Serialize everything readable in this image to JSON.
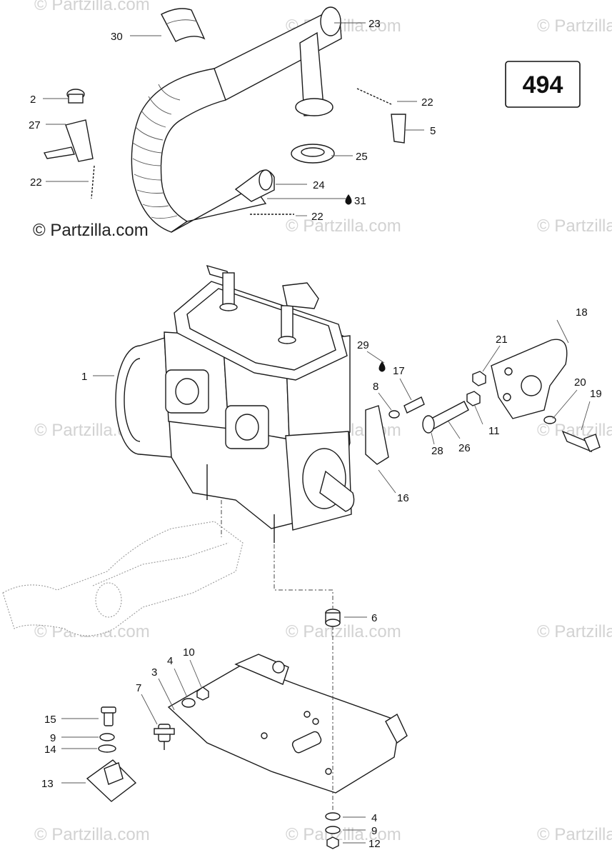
{
  "diagram_number": "494",
  "watermark": "© Partzilla.com",
  "watermark_short": "Partzilla.com",
  "colors": {
    "line": "#1a1a1a",
    "watermark": "#d2d2d2",
    "label": "#111111"
  },
  "callouts": [
    {
      "id": "c30",
      "text": "30"
    },
    {
      "id": "c23",
      "text": "23"
    },
    {
      "id": "c2",
      "text": "2"
    },
    {
      "id": "c27",
      "text": "27"
    },
    {
      "id": "c22a",
      "text": "22"
    },
    {
      "id": "c22b",
      "text": "22"
    },
    {
      "id": "c5",
      "text": "5"
    },
    {
      "id": "c25",
      "text": "25"
    },
    {
      "id": "c24",
      "text": "24"
    },
    {
      "id": "c31",
      "text": "31"
    },
    {
      "id": "c22c",
      "text": "22"
    },
    {
      "id": "c18",
      "text": "18"
    },
    {
      "id": "c21",
      "text": "21"
    },
    {
      "id": "c29",
      "text": "29"
    },
    {
      "id": "c17",
      "text": "17"
    },
    {
      "id": "c1",
      "text": "1"
    },
    {
      "id": "c8",
      "text": "8"
    },
    {
      "id": "c20",
      "text": "20"
    },
    {
      "id": "c19",
      "text": "19"
    },
    {
      "id": "c11",
      "text": "11"
    },
    {
      "id": "c26",
      "text": "26"
    },
    {
      "id": "c28",
      "text": "28"
    },
    {
      "id": "c16",
      "text": "16"
    },
    {
      "id": "c6",
      "text": "6"
    },
    {
      "id": "c10",
      "text": "10"
    },
    {
      "id": "c4a",
      "text": "4"
    },
    {
      "id": "c3",
      "text": "3"
    },
    {
      "id": "c7",
      "text": "7"
    },
    {
      "id": "c15",
      "text": "15"
    },
    {
      "id": "c9a",
      "text": "9"
    },
    {
      "id": "c14",
      "text": "14"
    },
    {
      "id": "c13",
      "text": "13"
    },
    {
      "id": "c4b",
      "text": "4"
    },
    {
      "id": "c9b",
      "text": "9"
    },
    {
      "id": "c12",
      "text": "12"
    }
  ]
}
